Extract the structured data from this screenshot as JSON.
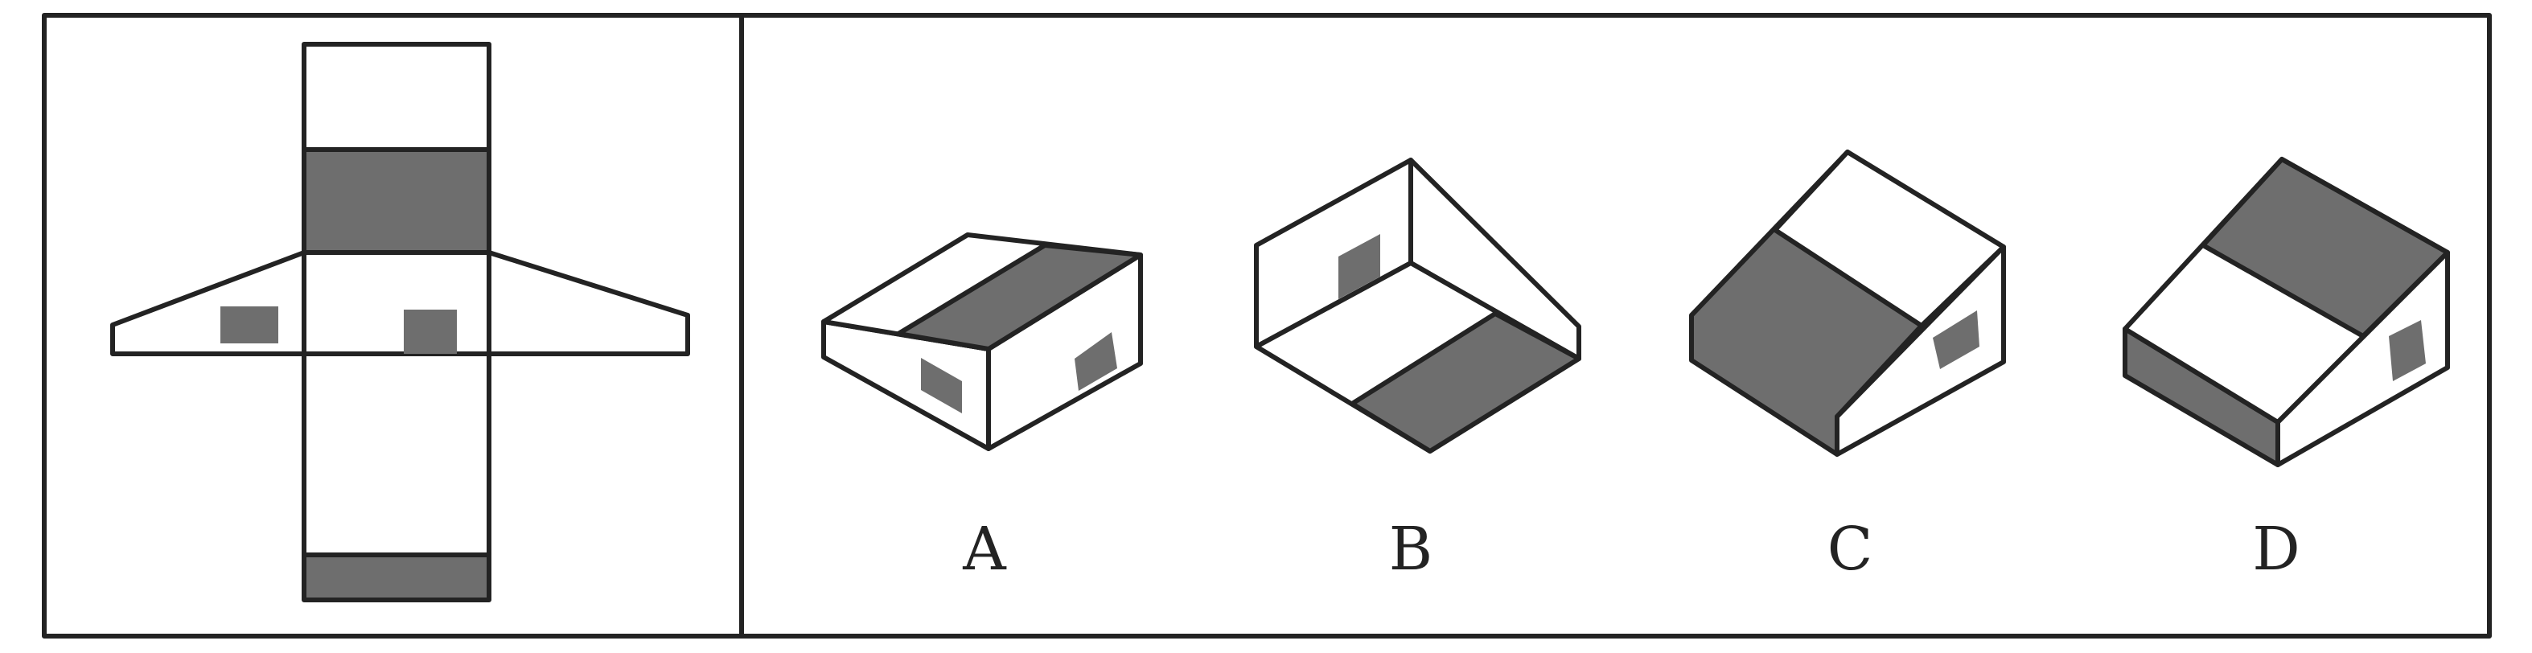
{
  "colors": {
    "line": "#232323",
    "shade": "#6e6e6e",
    "background": "#ffffff"
  },
  "options": [
    {
      "id": "A",
      "label": "A"
    },
    {
      "id": "B",
      "label": "B"
    },
    {
      "id": "C",
      "label": "C"
    },
    {
      "id": "D",
      "label": "D"
    }
  ]
}
